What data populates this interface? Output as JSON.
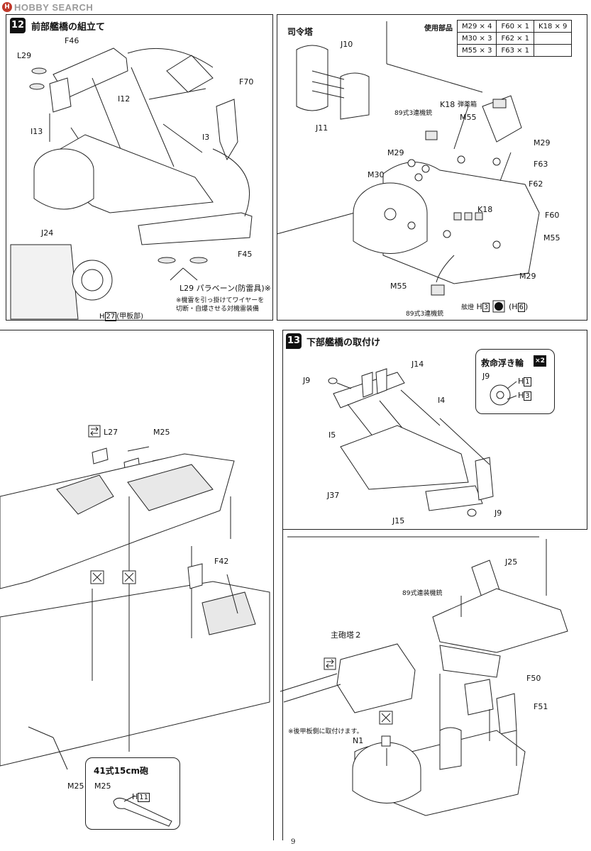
{
  "header": {
    "logo_text": "HOBBY SEARCH"
  },
  "step12": {
    "number": "12",
    "title": "前部艦橋の組立て",
    "labels": {
      "F46": "F46",
      "L29": "L29",
      "I12": "I12",
      "F70": "F70",
      "I13": "I13",
      "I3": "I3",
      "J24": "J24",
      "F45": "F45",
      "L29_caption_part": "L29",
      "L29_caption_text": "パラベーン(防雷具)※",
      "note": "※機雷を引っ掛けてワイヤーを\n切断・自爆させる対機雷装備",
      "H27_prefix": "H",
      "H27_num": "27",
      "H27_suffix": "(甲板部)"
    }
  },
  "commander_tower": {
    "title": "司令塔",
    "J10": "J10",
    "J11": "J11"
  },
  "parts_table": {
    "header": "使用部品",
    "rows": [
      [
        "M29 × 4",
        "F60 × 1",
        "K18 × 9"
      ],
      [
        "M30 × 3",
        "F62 × 1",
        ""
      ],
      [
        "M55 × 3",
        "F63 × 1",
        ""
      ]
    ]
  },
  "bridge_detail": {
    "K18_top": "K18",
    "ammo_box": "弾薬箱",
    "type89_top": "89式3連機銃",
    "M55_top": "M55",
    "M29_left": "M29",
    "M29_right": "M29",
    "M30": "M30",
    "F63": "F63",
    "F62": "F62",
    "K18_mid": "K18",
    "F60": "F60",
    "M55_right": "M55",
    "M29_bottom": "M29",
    "M55_bottom": "M55",
    "type89_bottom": "89式3連機銃",
    "kanto_label": "舷燈",
    "kanto_H": "H",
    "kanto_3": "3",
    "kanto_paren_open": "(",
    "kanto_H2": "H",
    "kanto_6": "6",
    "kanto_paren_close": ")"
  },
  "left_lower": {
    "L27": "L27",
    "M25": "M25",
    "F42": "F42",
    "M25_bottom": "M25"
  },
  "gun_box": {
    "title": "41式15cm砲",
    "part": "M25",
    "h_prefix": "H",
    "h_num": "11"
  },
  "step13": {
    "number": "13",
    "title": "下部艦橋の取付け",
    "J9_top": "J9",
    "J14": "J14",
    "I4": "I4",
    "I5": "I5",
    "J37": "J37",
    "J15": "J15",
    "J9_bottom": "J9"
  },
  "lifebuoy": {
    "title": "救命浮き輪",
    "badge": "×2",
    "part": "J9",
    "h1_prefix": "H",
    "h1_num": "1",
    "h3_prefix": "H",
    "h3_num": "3"
  },
  "step13_lower": {
    "J25": "J25",
    "type89": "89式連装機銃",
    "main_turret": "主砲塔２",
    "F50": "F50",
    "F51": "F51",
    "note": "※後甲板側に取付けます。",
    "N1": "N1"
  },
  "footer": {
    "page_number": "9"
  }
}
